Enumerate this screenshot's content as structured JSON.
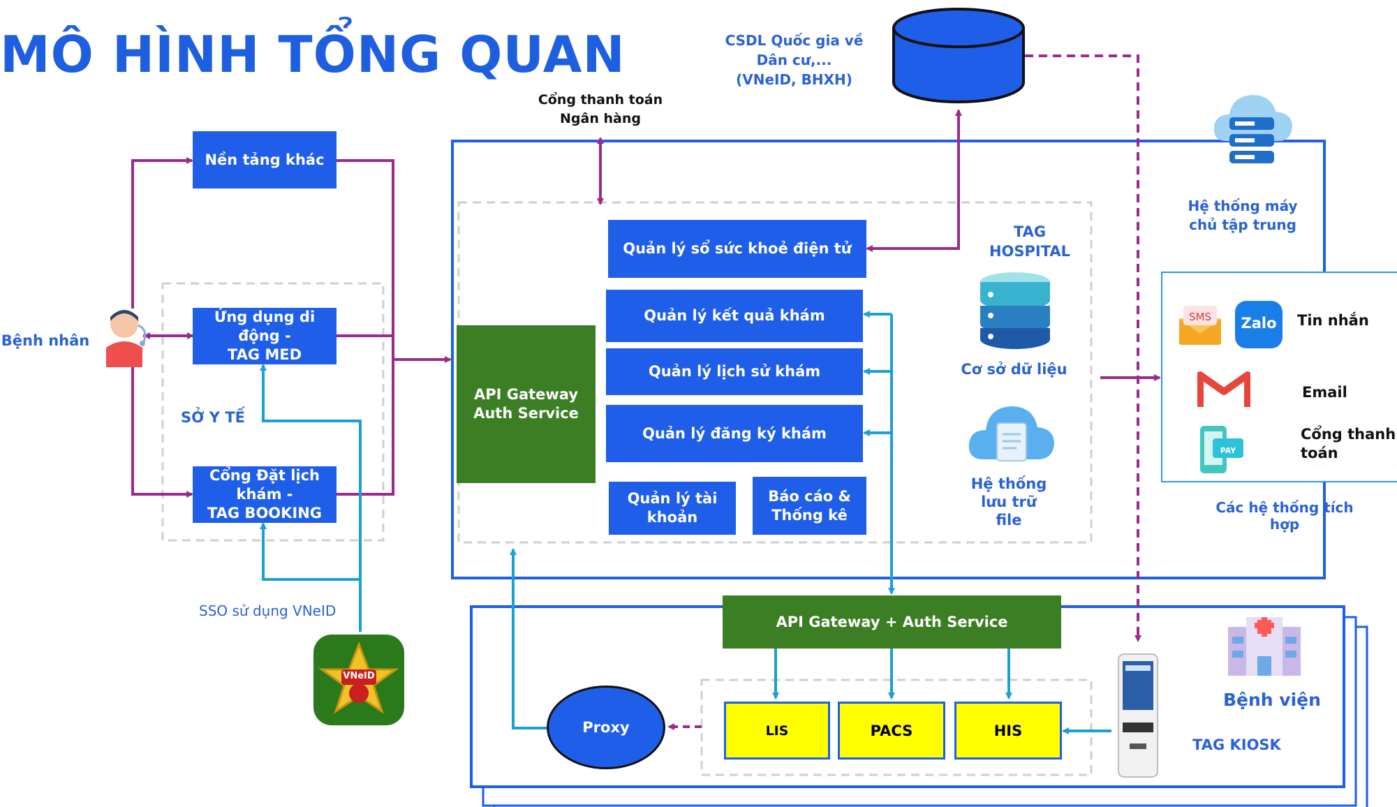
{
  "title": "MÔ HÌNH TỔNG QUAN",
  "labels": {
    "benh_nhan": "Bệnh nhân",
    "so_y_te": "SỞ Y TẾ",
    "sso": "SSO sử dụng VNeID",
    "cong_thanh_toan_ngan_hang": "Cổng thanh toán\nNgân hàng",
    "csdl": "CSDL Quốc gia về\nDân cư,...\n(VNeID, BHXH)",
    "tag_hospital": "TAG\nHOSPITAL",
    "co_so_du_lieu": "Cơ sở dữ liệu",
    "he_thong_luu_tru": "Hệ thống\nlưu trữ\nfile",
    "he_thong_may_chu": "Hệ thống máy\nchủ tập trung",
    "cac_he_thong_tich_hop": "Các hệ thống tích hợp",
    "benh_vien": "Bệnh viện",
    "tag_kiosk": "TAG KIOSK",
    "vneid_logo": "VNeID"
  },
  "left_boxes": {
    "nen_tang_khac": "Nền tảng khác",
    "ung_dung": "Ứng dụng di\nđộng -\nTAG MED",
    "cong_dat_lich": "Cổng Đặt lịch\nkhám -\nTAG BOOKING"
  },
  "central": {
    "api_gateway": "API Gateway\nAuth Service",
    "modules": {
      "so_suc_khoe": "Quản lý sổ sức khoẻ điện tử",
      "ket_qua": "Quản lý kết quả khám",
      "lich_su": "Quản lý lịch sử khám",
      "dang_ky": "Quản lý đăng ký khám",
      "tai_khoan": "Quản lý tài\nkhoản",
      "bao_cao": "Báo cáo &\nThống kê"
    }
  },
  "hospital": {
    "api_gateway": "API Gateway  +  Auth Service",
    "lis": "LIS",
    "pacs": "PACS",
    "his": "HIS",
    "proxy": "Proxy"
  },
  "integrations": {
    "tin_nhan": "Tin nhắn",
    "email": "Email",
    "cong_thanh_toan": "Cổng thanh\ntoán",
    "sms_icon": "SMS",
    "zalo_icon": "Zalo",
    "pay_icon": "PAY"
  },
  "colors": {
    "primary_blue": "#1e5ee8",
    "green": "#3b7e24",
    "purple": "#9a2a8e",
    "cyan": "#1aa0d2",
    "yellow": "#ffff00"
  }
}
